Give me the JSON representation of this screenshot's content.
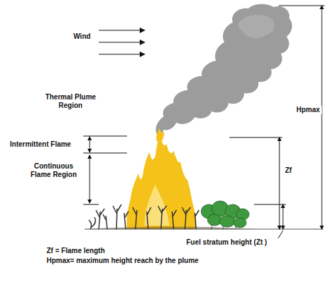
{
  "diagram": {
    "labels": [
      "Wind",
      "Thermal Plume Region",
      "Intermittent Flame",
      "Continuous Flame Region",
      "Hpmax",
      "Zf",
      "Fuel stratum height (Zt )",
      "Zf = Flame length",
      "Hpmax= maximum height reach by the plume"
    ]
  }
}
